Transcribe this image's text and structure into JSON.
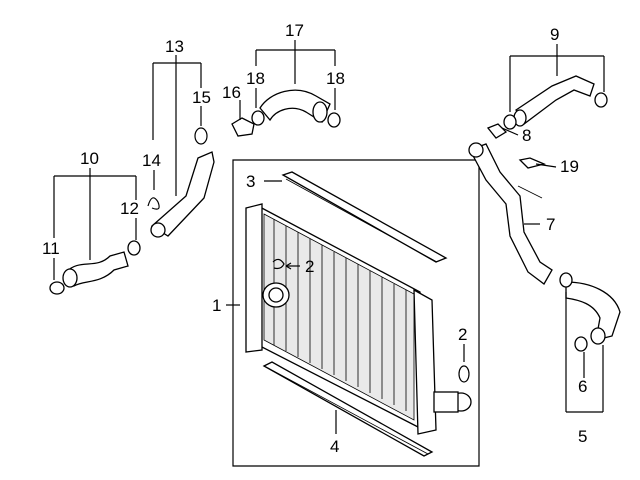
{
  "callouts": {
    "c1": "1",
    "c2a": "2",
    "c2b": "2",
    "c3": "3",
    "c4": "4",
    "c5": "5",
    "c6": "6",
    "c7": "7",
    "c8": "8",
    "c9": "9",
    "c10": "10",
    "c11": "11",
    "c12": "12",
    "c13": "13",
    "c14": "14",
    "c15": "15",
    "c16": "16",
    "c17": "17",
    "c18a": "18",
    "c18b": "18",
    "c19": "19"
  }
}
